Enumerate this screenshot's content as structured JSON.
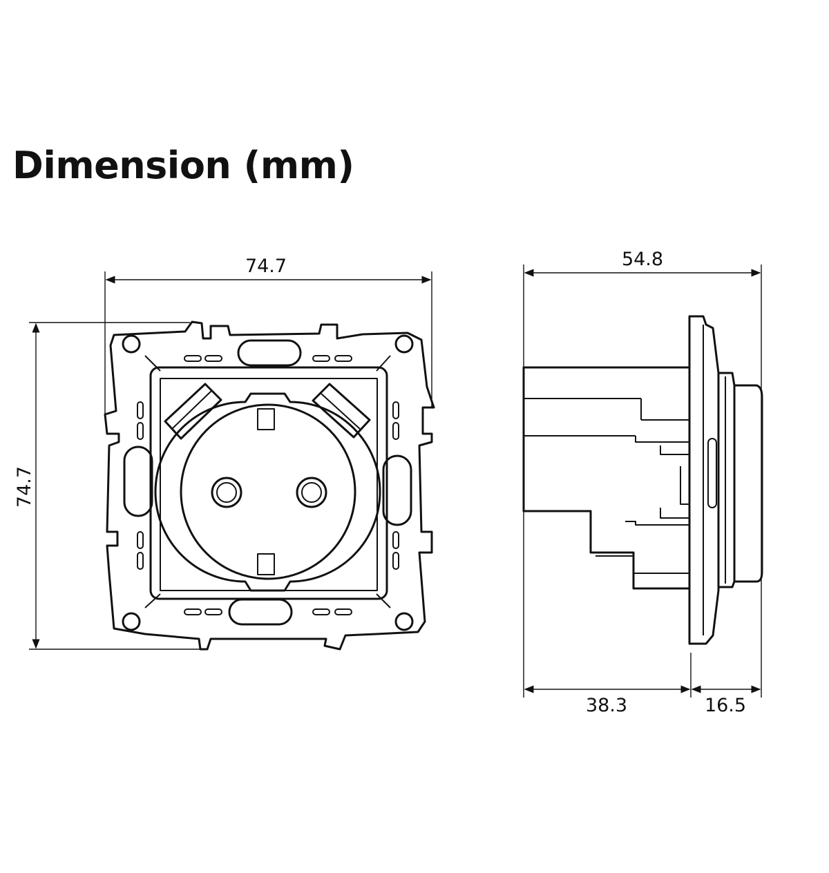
{
  "title": "Dimension (mm)",
  "front_view": {
    "width_label": "74.7",
    "height_label": "74.7"
  },
  "side_view": {
    "depth_label": "54.8",
    "rear_depth_label": "38.3",
    "front_depth_label": "16.5"
  }
}
